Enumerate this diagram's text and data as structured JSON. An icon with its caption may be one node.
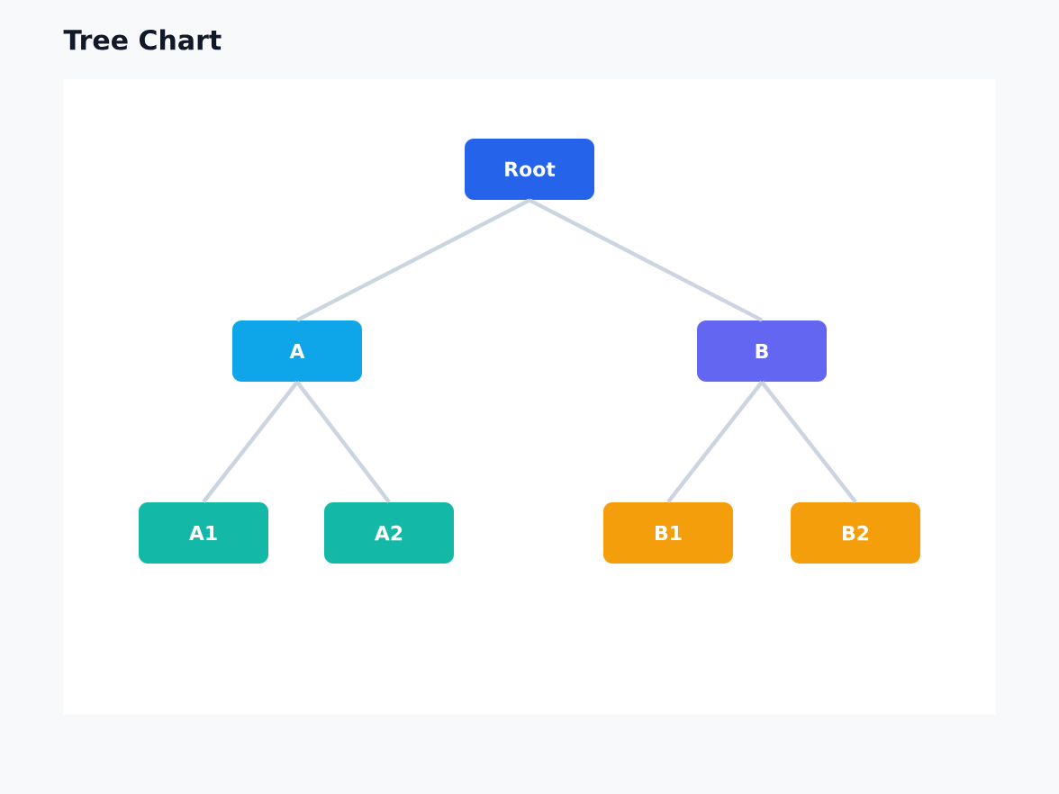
{
  "diagram": {
    "title": "Tree Chart",
    "nodes": [
      {
        "text": [
          "Root"
        ]
      },
      {
        "text": [
          "A"
        ]
      },
      {
        "text": [
          "B"
        ]
      },
      {
        "text": [
          "A1"
        ]
      },
      {
        "text": [
          "A2"
        ]
      },
      {
        "text": [
          "B1"
        ]
      },
      {
        "text": [
          "B2"
        ]
      }
    ],
    "edges": [
      {
        "from": 0,
        "to": 1,
        "arrow": "none"
      },
      {
        "from": 0,
        "to": 2,
        "arrow": "none"
      },
      {
        "from": 1,
        "to": 3,
        "arrow": "none"
      },
      {
        "from": 1,
        "to": 4,
        "arrow": "none"
      },
      {
        "from": 2,
        "to": 5,
        "arrow": "none"
      },
      {
        "from": 2,
        "to": 6,
        "arrow": "none"
      }
    ]
  }
}
